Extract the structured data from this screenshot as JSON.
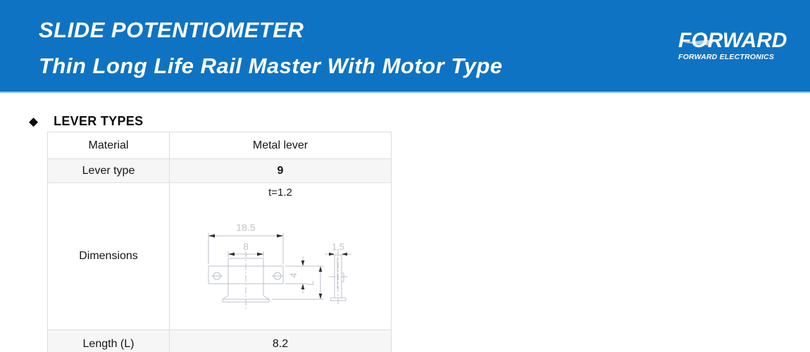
{
  "header": {
    "title_line1": "SLIDE POTENTIOMETER",
    "title_line2": "Thin Long Life Rail Master With Motor Type",
    "background_color": "#0F73C3",
    "accent_line_color": "#8FC0E8",
    "logo": {
      "brand": "FORWARD",
      "subtitle": "FORWARD ELECTRONICS"
    }
  },
  "section": {
    "bullet": "◆",
    "heading": "LEVER TYPES"
  },
  "table": {
    "border_color": "#DDDDDD",
    "alt_row_bg": "#F6F6F6",
    "rows": {
      "material": {
        "label": "Material",
        "value": "Metal lever"
      },
      "lever_type": {
        "label": "Lever type",
        "value": "9"
      },
      "dimensions": {
        "label": "Dimensions",
        "thickness_note": "t=1.2"
      },
      "length": {
        "label": "Length (L)",
        "value": "8.2"
      }
    }
  },
  "drawing": {
    "line_color": "#BCC2C9",
    "label_color": "#C2C2C2",
    "arrow_color": "#2E2E2E",
    "dims": {
      "overall_width": "18.5",
      "inner_width": "8",
      "plate_height": "4",
      "lever_length": "L",
      "lever_thickness": "1.5"
    }
  }
}
